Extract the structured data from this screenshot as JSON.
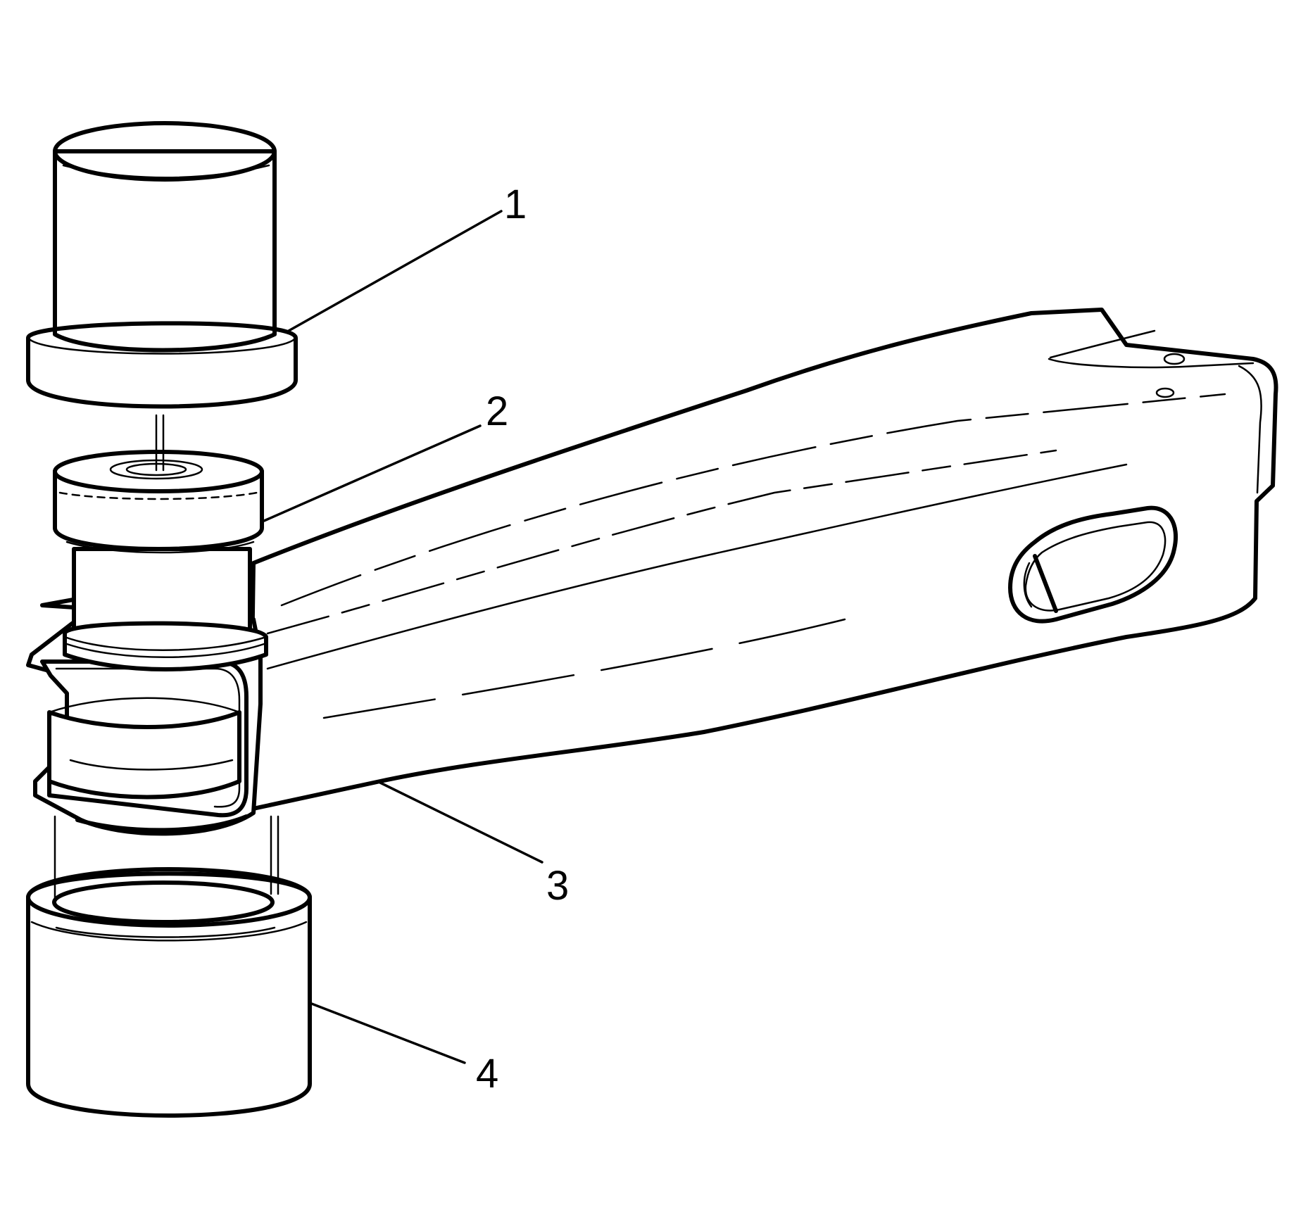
{
  "callouts": [
    {
      "id": "1",
      "label": "1"
    },
    {
      "id": "2",
      "label": "2"
    },
    {
      "id": "3",
      "label": "3"
    },
    {
      "id": "4",
      "label": "4"
    }
  ],
  "parts": {
    "upper_tool": "callout-1",
    "bushing": "callout-2",
    "control_arm": "callout-3",
    "lower_receiver": "callout-4"
  }
}
